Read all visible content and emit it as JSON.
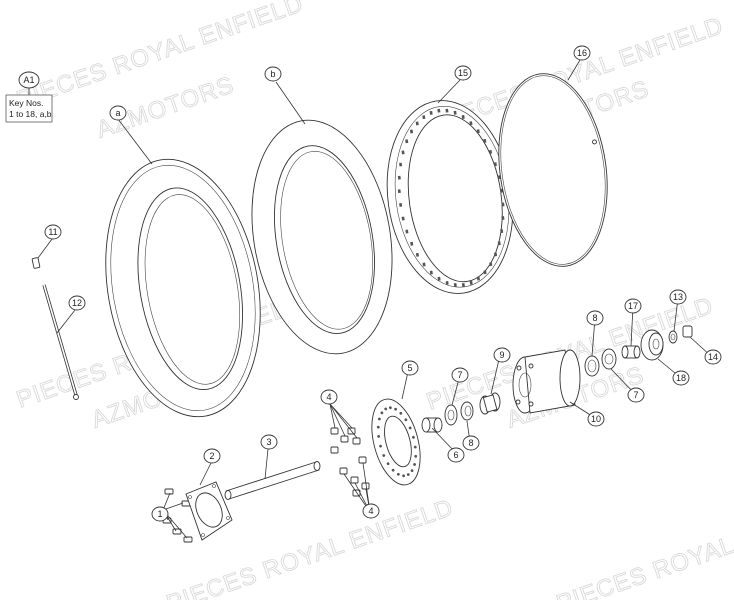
{
  "watermarks": {
    "brand": "PIECES ROYAL ENFIELD",
    "dealer": "AZMOTORS"
  },
  "key_box": {
    "label": "A1",
    "line1": "Key Nos.",
    "line2": "1 to 18, a,b"
  },
  "callouts": {
    "tyre": "a",
    "tube": "b",
    "rim": "15",
    "rim_band": "16",
    "spoke_nipple": "11",
    "spoke": "12",
    "sprocket_bolts": "1",
    "sprocket_plate": "2",
    "axle": "3",
    "disc_bolts_top": "4",
    "disc_bolts_bottom": "4",
    "brake_disc": "5",
    "spacer_6": "6",
    "bearing_7_left": "7",
    "bearing_7_right": "7",
    "seal_8_left": "8",
    "seal_8_right": "8",
    "distance_piece": "9",
    "hub": "10",
    "spacer_17": "17",
    "circlip": "13",
    "nut": "14",
    "drum_cover": "18"
  }
}
